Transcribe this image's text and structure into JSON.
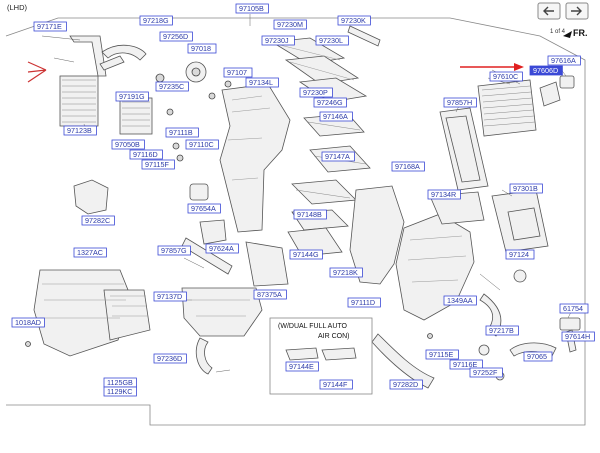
{
  "header": {
    "drive_label": "(LHD)",
    "page_indicator": "1 of 4",
    "direction_label": "FR.",
    "nav_prev_icon": "arrow-left-icon",
    "nav_next_icon": "arrow-right-icon"
  },
  "annotation": {
    "line1": "(W/DUAL FULL AUTO",
    "line2": "AIR CON)"
  },
  "highlight_color": "#3b49d6",
  "pointer_color": "#e02020",
  "parts": [
    {
      "id": "97105B",
      "highlight": false
    },
    {
      "id": "97171E",
      "highlight": false
    },
    {
      "id": "97218G",
      "highlight": false
    },
    {
      "id": "97256D",
      "highlight": false
    },
    {
      "id": "97018",
      "highlight": false
    },
    {
      "id": "97230M",
      "highlight": false
    },
    {
      "id": "97230K",
      "highlight": false
    },
    {
      "id": "97230J",
      "highlight": false
    },
    {
      "id": "97230L",
      "highlight": false
    },
    {
      "id": "97107",
      "highlight": false
    },
    {
      "id": "97134L",
      "highlight": false
    },
    {
      "id": "97191G",
      "highlight": false
    },
    {
      "id": "97235C",
      "highlight": false
    },
    {
      "id": "97123B",
      "highlight": false
    },
    {
      "id": "97111B",
      "highlight": false
    },
    {
      "id": "97050B",
      "highlight": false
    },
    {
      "id": "97110C",
      "highlight": false
    },
    {
      "id": "97116D",
      "highlight": false
    },
    {
      "id": "97115F",
      "highlight": false
    },
    {
      "id": "97230P",
      "highlight": false
    },
    {
      "id": "97246G",
      "highlight": false
    },
    {
      "id": "97146A",
      "highlight": false
    },
    {
      "id": "97147A",
      "highlight": false
    },
    {
      "id": "97616A",
      "highlight": false
    },
    {
      "id": "97606D",
      "highlight": true
    },
    {
      "id": "97610C",
      "highlight": false
    },
    {
      "id": "97857H",
      "highlight": false
    },
    {
      "id": "97168A",
      "highlight": false
    },
    {
      "id": "97654A",
      "highlight": false
    },
    {
      "id": "97282C",
      "highlight": false
    },
    {
      "id": "97134R",
      "highlight": false
    },
    {
      "id": "97301B",
      "highlight": false
    },
    {
      "id": "97148B",
      "highlight": false
    },
    {
      "id": "97857G",
      "highlight": false
    },
    {
      "id": "97624A",
      "highlight": false
    },
    {
      "id": "97144G",
      "highlight": false
    },
    {
      "id": "97218K",
      "highlight": false
    },
    {
      "id": "97124",
      "highlight": false
    },
    {
      "id": "1327AC",
      "highlight": false
    },
    {
      "id": "87375A",
      "highlight": false
    },
    {
      "id": "97137D",
      "highlight": false
    },
    {
      "id": "97111D",
      "highlight": false
    },
    {
      "id": "1349AA",
      "highlight": false
    },
    {
      "id": "61754",
      "highlight": false
    },
    {
      "id": "97614H",
      "highlight": false
    },
    {
      "id": "1018AD",
      "highlight": false
    },
    {
      "id": "97217B",
      "highlight": false
    },
    {
      "id": "97144E",
      "highlight": false
    },
    {
      "id": "97144F",
      "highlight": false
    },
    {
      "id": "97115E",
      "highlight": false
    },
    {
      "id": "97116E",
      "highlight": false
    },
    {
      "id": "97065",
      "highlight": false
    },
    {
      "id": "97236D",
      "highlight": false
    },
    {
      "id": "97252F",
      "highlight": false
    },
    {
      "id": "97282D",
      "highlight": false
    },
    {
      "id": "1125GB",
      "highlight": false
    },
    {
      "id": "1129KC",
      "highlight": false
    }
  ]
}
